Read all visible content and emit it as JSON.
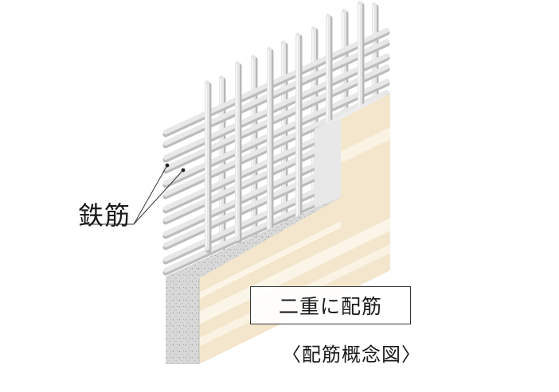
{
  "labels": {
    "rebar": "鉄筋",
    "double_reinforcement": "二重に配筋",
    "caption": "〈配筋概念図〉"
  },
  "colors": {
    "concrete_face": "#d6d6d6",
    "wall_front": "#f3e6cc",
    "wall_stripe": "#fbf6ea",
    "wall_edge": "#ead6b0",
    "rebar": "#e6e6e6",
    "rebar_shadow": "#b8b8b8"
  }
}
